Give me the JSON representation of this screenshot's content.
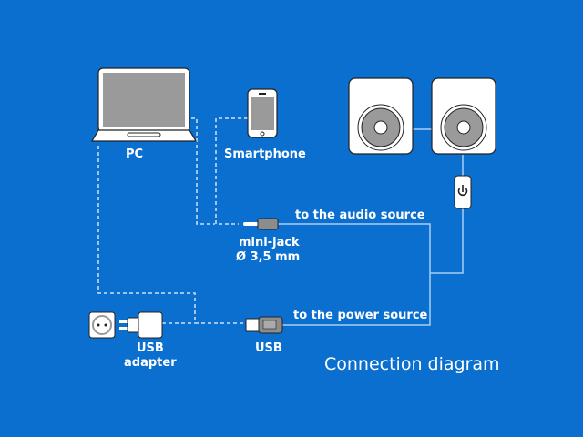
{
  "labels": {
    "pc": "PC",
    "smartphone": "Smartphone",
    "audio_source": "to the audio source",
    "minijack_line1": "mini-jack",
    "minijack_line2": "Ø 3,5 mm",
    "power_source": "to the power source",
    "usb_adapter_line1": "USB",
    "usb_adapter_line2": "adapter",
    "usb": "USB",
    "title": "Connection diagram"
  },
  "colors": {
    "background": "#0b6fd0",
    "device_fill": "#ffffff",
    "screen_gray": "#9a9a9a",
    "cable": "#a9cdf2",
    "dashed": "#cfe2f7"
  },
  "icons": [
    "laptop-icon",
    "smartphone-icon",
    "speaker-icon",
    "power-button-icon",
    "minijack-plug-icon",
    "usb-plug-icon",
    "wall-socket-icon",
    "power-adapter-icon"
  ]
}
